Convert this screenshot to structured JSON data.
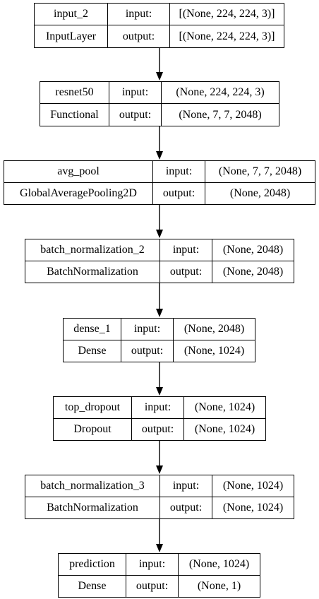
{
  "labels": {
    "input": "input:",
    "output": "output:"
  },
  "layers": [
    {
      "name": "input_2",
      "type": "InputLayer",
      "input_shape": "[(None, 224, 224, 3)]",
      "output_shape": "[(None, 224, 224, 3)]"
    },
    {
      "name": "resnet50",
      "type": "Functional",
      "input_shape": "(None, 224, 224, 3)",
      "output_shape": "(None, 7, 7, 2048)"
    },
    {
      "name": "avg_pool",
      "type": "GlobalAveragePooling2D",
      "input_shape": "(None, 7, 7, 2048)",
      "output_shape": "(None, 2048)"
    },
    {
      "name": "batch_normalization_2",
      "type": "BatchNormalization",
      "input_shape": "(None, 2048)",
      "output_shape": "(None, 2048)"
    },
    {
      "name": "dense_1",
      "type": "Dense",
      "input_shape": "(None, 2048)",
      "output_shape": "(None, 1024)"
    },
    {
      "name": "top_dropout",
      "type": "Dropout",
      "input_shape": "(None, 1024)",
      "output_shape": "(None, 1024)"
    },
    {
      "name": "batch_normalization_3",
      "type": "BatchNormalization",
      "input_shape": "(None, 1024)",
      "output_shape": "(None, 1024)"
    },
    {
      "name": "prediction",
      "type": "Dense",
      "input_shape": "(None, 1024)",
      "output_shape": "(None, 1)"
    }
  ],
  "edges": [
    {
      "from": "input_2",
      "to": "resnet50"
    },
    {
      "from": "resnet50",
      "to": "avg_pool"
    },
    {
      "from": "avg_pool",
      "to": "batch_normalization_2"
    },
    {
      "from": "batch_normalization_2",
      "to": "dense_1"
    },
    {
      "from": "dense_1",
      "to": "top_dropout"
    },
    {
      "from": "top_dropout",
      "to": "batch_normalization_3"
    },
    {
      "from": "batch_normalization_3",
      "to": "prediction"
    }
  ]
}
